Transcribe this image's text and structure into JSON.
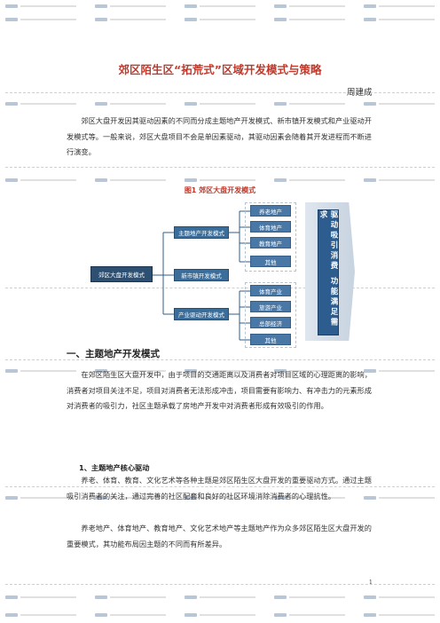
{
  "title": "郊区陌生区“拓荒式”区域开发模式与策略",
  "author": "周建成",
  "intro": "郊区大盘开发因其驱动因素的不同而分成主题地产开发模式、新市镇开发模式和产业驱动开发模式等。一般来说，郊区大盘项目不会是单因素驱动，其驱动因素会随着其开发进程而不断进行演变。",
  "figure": {
    "caption": "图1 郊区大盘开发模式",
    "root": "郊区大盘开发模式",
    "branches": [
      {
        "label": "主题地产开发模式",
        "leaves": [
          "养老地产",
          "体育地产",
          "教育地产",
          "其他"
        ]
      },
      {
        "label": "新市镇开发模式",
        "leaves": []
      },
      {
        "label": "产业驱动开发模式",
        "leaves": [
          "体育产业",
          "旅游产业",
          "总部经济",
          "其他"
        ]
      }
    ],
    "function_label": "驱动吸引消费 功能满足需求"
  },
  "section1": {
    "heading": "一、主题地产开发模式",
    "para1": "在郊区陌生区大盘开发中，由于项目的交通距离以及消费者对项目区域的心理距离的影响，消费者对项目关注不足，项目对消费者无法形成冲击，项目需要有影响力、有冲击力的元素形成对消费者的吸引力，社区主题承载了房地产开发中对消费者形成有效吸引的作用。",
    "sub1_heading": "1、主题地产核心驱动",
    "sub1_para1": "养老、体育、教育、文化艺术等各种主题是郊区陌生区大盘开发的重要驱动方式。通过主题吸引消费者的关注，通过完善的社区配套和良好的社区环境消除消费者的心理抗性。",
    "sub1_para2": "养老地产、体育地产、教育地产、文化艺术地产等主题地产作为众多郊区陌生区大盘开发的重要模式，其功能布局因主题的不同而有所差异。"
  },
  "page_number": "1"
}
